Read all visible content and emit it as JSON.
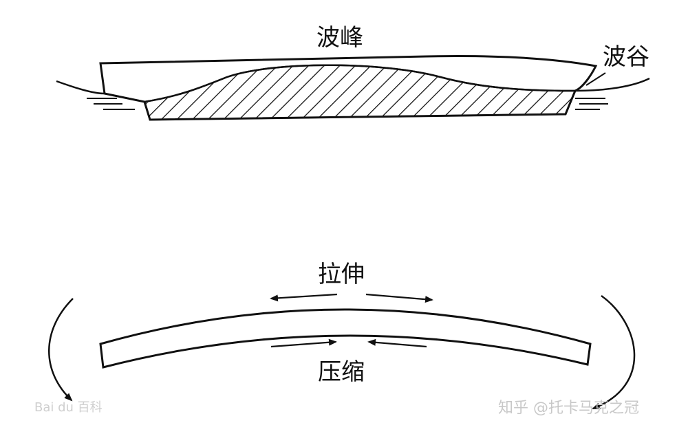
{
  "labels": {
    "wave_crest": "波峰",
    "wave_trough": "波谷",
    "tension": "拉伸",
    "compression": "压缩"
  },
  "watermarks": {
    "left": "Bai du 百科",
    "right": "知乎 @托卡马克之冠"
  }
}
